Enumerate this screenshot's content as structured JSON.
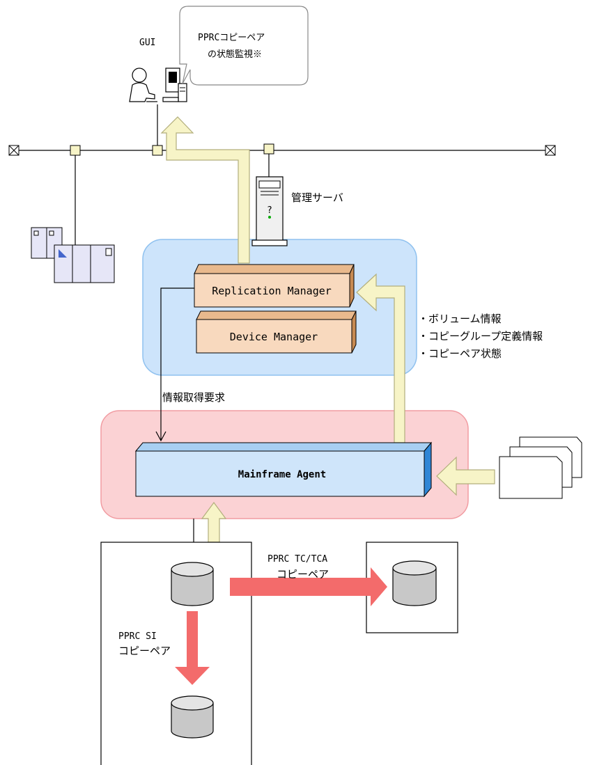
{
  "gui": {
    "label": "GUI",
    "callout_line1": "PPRCコピーペア",
    "callout_line2": "の状態監視※"
  },
  "management_server": {
    "label": "管理サーバ"
  },
  "components": {
    "replication_manager": "Replication Manager",
    "device_manager": "Device Manager",
    "mainframe_agent": "Mainframe Agent"
  },
  "info_list": [
    "・ボリューム情報",
    "・コピーグループ定義情報",
    "・コピーペア状態"
  ],
  "request_label": "情報取得要求",
  "pprc_tc": {
    "line1": "PPRC TC/TCA",
    "line2": "コピーペア"
  },
  "pprc_si": {
    "line1": "PPRC SI",
    "line2": "コピーペア"
  },
  "colors": {
    "server_zone": "#cde4fb",
    "server_zone_border": "#8fc1ef",
    "agent_zone": "#fbd2d4",
    "agent_zone_border": "#f19ca2",
    "component_face": "#f8d9be",
    "component_side": "#c78a52",
    "agent_face": "#cfe5fa",
    "agent_side": "#2f86d6",
    "flow_arrow": "#f7f4c7",
    "flow_arrow_border": "#b2ae7c",
    "copy_arrow": "#f36b6b",
    "node": "#f7f4c7"
  }
}
